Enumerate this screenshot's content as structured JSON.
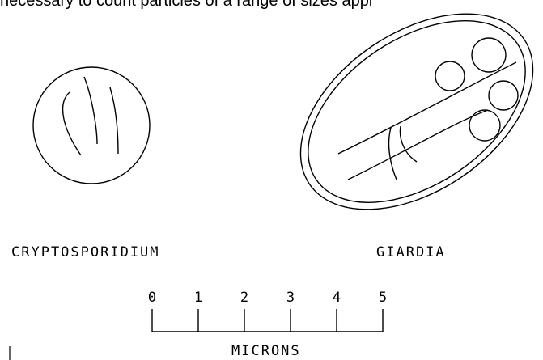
{
  "header_text": "necessary to count particles of a range of sizes appr",
  "labels": {
    "left": "CRYPTOSPORIDIUM",
    "right": "GIARDIA"
  },
  "scale": {
    "ticks": [
      "0",
      "1",
      "2",
      "3",
      "4",
      "5"
    ],
    "unit": "MICRONS"
  },
  "colors": {
    "stroke": "#000000",
    "background": "#ffffff"
  }
}
